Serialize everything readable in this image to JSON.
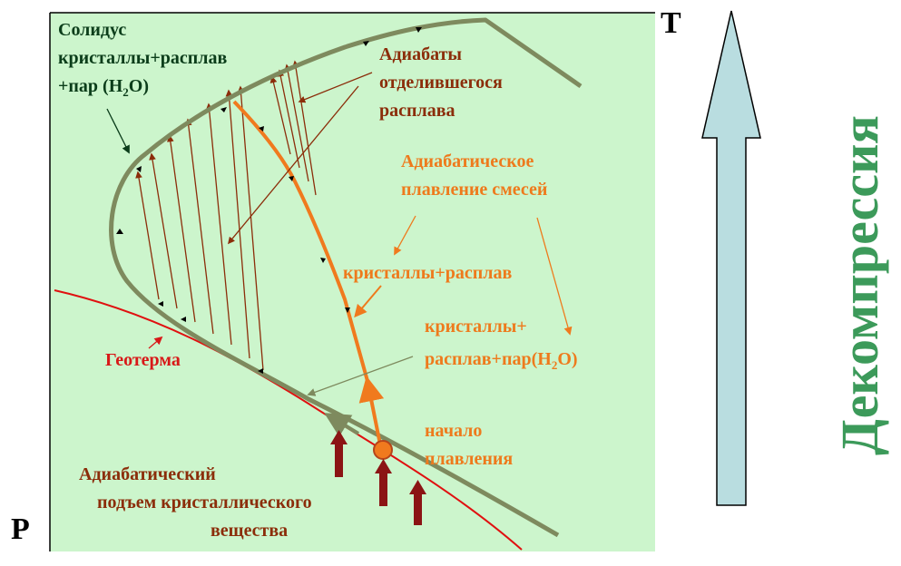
{
  "axis": {
    "t_label": "Т",
    "p_label": "Р"
  },
  "side_title": "Декомпрессия",
  "labels": {
    "solidus_1": "Солидус",
    "solidus_2": "кристаллы+расплав",
    "solidus_3a": "+пар (H",
    "solidus_3b": "2",
    "solidus_3c": "O)",
    "adiabats_1": "Адиабаты",
    "adiabats_2": "отделившегося",
    "adiabats_3": "расплава",
    "adiabatic_melting_1": "Адиабатическое",
    "adiabatic_melting_2": "плавление смесей",
    "crystals_melt": "кристаллы+расплав",
    "crystals_melt_vapor_1": "кристаллы+",
    "crystals_melt_vapor_2a": "расплав+пар(H",
    "crystals_melt_vapor_2b": "2",
    "crystals_melt_vapor_2c": "O)",
    "geotherm": "Геотерма",
    "melting_start_1": "начало",
    "melting_start_2": "плавления",
    "ascent_1": "Адиабатический",
    "ascent_2": "подъем кристаллического",
    "ascent_3": "вещества"
  },
  "colors": {
    "panel_bg": "#ccf5cc",
    "solidus": "#8a8a5a",
    "adiabat": "#8b2d0a",
    "orange": "#f07a1e",
    "geotherm": "#e01010",
    "arrow_fill": "#b9dde0",
    "side_title": "#3c9a5a"
  }
}
